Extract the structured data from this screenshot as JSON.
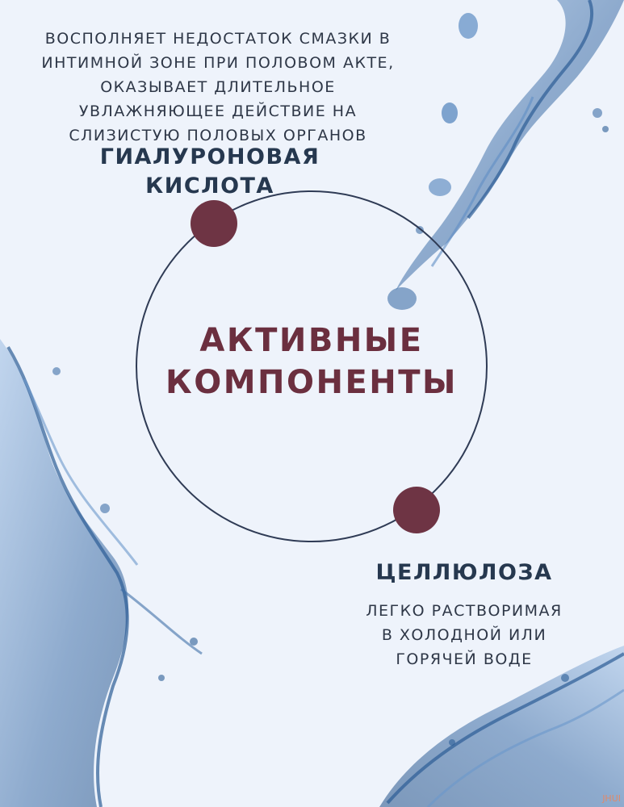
{
  "main_heading": {
    "line1": "АКТИВНЫЕ",
    "line2": "КОМПОНЕНТЫ"
  },
  "hyaluronic": {
    "description": [
      "ВОСПОЛНЯЕТ НЕДОСТАТОК СМАЗКИ В",
      "ИНТИМНОЙ ЗОНЕ ПРИ ПОЛОВОМ АКТЕ,",
      "ОКАЗЫВАЕТ ДЛИТЕЛЬНОЕ",
      "УВЛАЖНЯЮЩЕЕ ДЕЙСТВИЕ НА",
      "СЛИЗИСТУЮ ПОЛОВЫХ ОРГАНОВ"
    ],
    "name": [
      "ГИАЛУРОНОВАЯ",
      "КИСЛОТА"
    ]
  },
  "cellulose": {
    "name": "ЦЕЛЛЮЛОЗА",
    "description": [
      "ЛЕГКО РАСТВОРИМАЯ",
      "В ХОЛОДНОЙ ИЛИ",
      "ГОРЯЧЕЙ ВОДЕ"
    ]
  },
  "watermark": "JHUI",
  "colors": {
    "background": "#eef3fb",
    "accent_dot": "#6e3444",
    "heading": "#6b2f3f",
    "ring": "#2f3b55",
    "ingredient_name": "#26384f",
    "water": "#3f6fa8"
  }
}
